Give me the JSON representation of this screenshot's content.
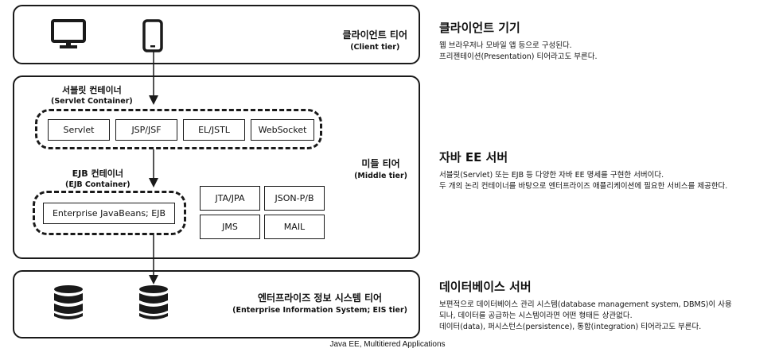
{
  "tiers": {
    "client": {
      "title": "클라이언트 티어",
      "subtitle": "(Client tier)"
    },
    "middle": {
      "title": "미들 티어",
      "subtitle": "(Middle tier)"
    },
    "eis": {
      "title": "엔터프라이즈 정보 시스템 티어",
      "subtitle": "(Enterprise Information System; EIS tier)"
    }
  },
  "icons": [
    "desktop-monitor",
    "smartphone",
    "database",
    "database"
  ],
  "servlet_container": {
    "title": "서블릿 컨테이너",
    "subtitle": "(Servlet Container)",
    "items": [
      "Servlet",
      "JSP/JSF",
      "EL/JSTL",
      "WebSocket"
    ]
  },
  "ejb_container": {
    "title": "EJB 컨테이너",
    "subtitle": "(EJB Container)",
    "items": [
      "Enterprise JavaBeans; EJB"
    ]
  },
  "middle_services": [
    "JTA/JPA",
    "JSON-P/B",
    "JMS",
    "MAIL"
  ],
  "descriptions": {
    "client": {
      "title": "클라이언트 기기",
      "lines": [
        "웹 브라우저나 모바일 앱 등으로 구성된다.",
        "프리젠테이션(Presentation) 티어라고도 부른다."
      ]
    },
    "middle": {
      "title": "자바 EE 서버",
      "lines": [
        "서블릿(Servlet) 또는 EJB 등 다양한 자바 EE 명세를 구현한 서버이다.",
        "두 개의 논리 컨테이너를 바탕으로 엔터프라이즈 애플리케이션에 필요한 서비스를 제공한다."
      ]
    },
    "eis": {
      "title": "데이터베이스 서버",
      "lines": [
        "보편적으로 데이터베이스 관리 시스템(database management system, DBMS)이 사용",
        "되나, 데이터를 공급하는 시스템이라면 어떤 형태든 상관없다.",
        "데이터(data), 퍼시스턴스(persistence), 통합(integration) 티어라고도 부른다."
      ]
    }
  },
  "caption": "Java EE, Multitiered Applications"
}
